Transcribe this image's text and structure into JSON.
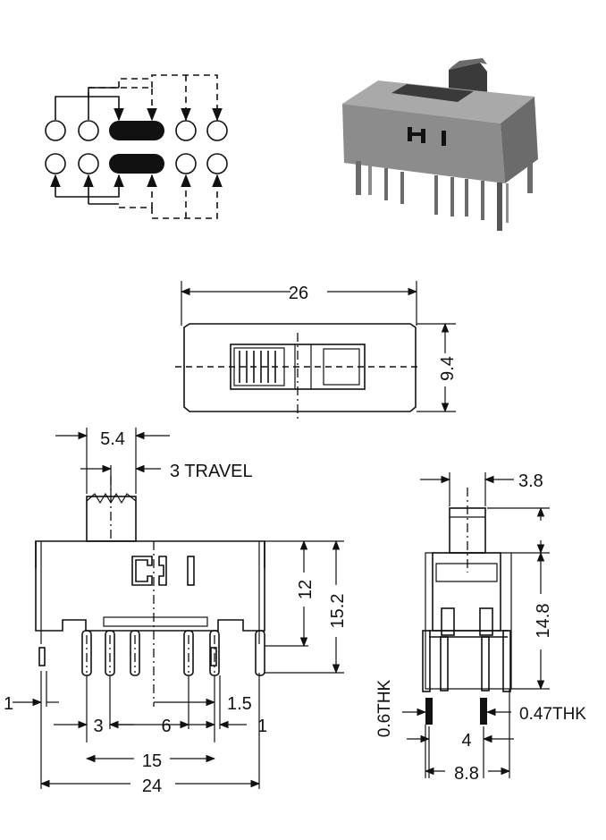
{
  "labels": {
    "length": "26",
    "width": "9.4",
    "actuator_width": "5.4",
    "travel": "3 TRAVEL",
    "height_body": "12",
    "height_total": "15.2",
    "pitch_small": "3",
    "pitch_large": "6",
    "pin_width_left": "1",
    "pin_width_right": "1",
    "offset": "1.5",
    "row_span": "15",
    "overall": "24",
    "actuator_side": "3.8",
    "height_side": "14.8",
    "thk_pin": "0.6THK",
    "thk_leg": "0.47THK",
    "row_pitch": "4",
    "side_width": "8.8"
  },
  "colors": {
    "line": "#111111",
    "body_grey": "#8c8c8c",
    "body_dark": "#3a3a3a"
  }
}
